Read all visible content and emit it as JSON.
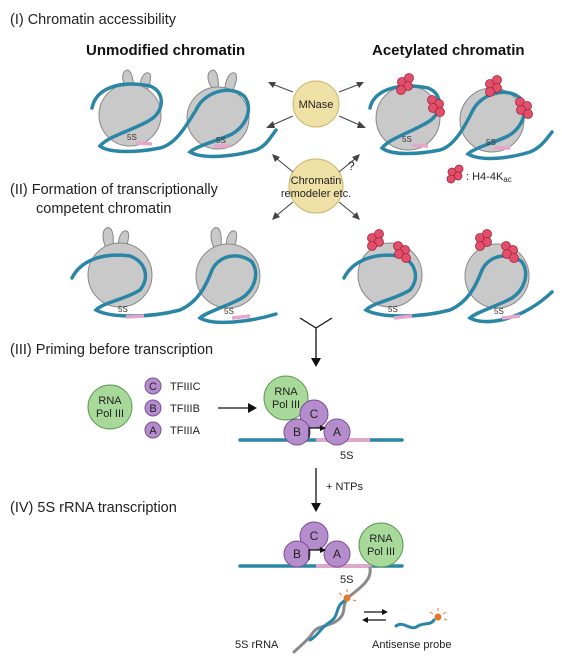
{
  "sections": {
    "s1": "(I) Chromatin accessibility",
    "s2_line1": "(II) Formation of transcriptionally",
    "s2_line2": "competent chromatin",
    "s3": "(III) Priming before transcription",
    "s4": "(IV) 5S rRNA transcription"
  },
  "headers": {
    "left": "Unmodified chromatin",
    "right": "Acetylated chromatin"
  },
  "enzymes": {
    "mnase": "MNase",
    "remodeler_line1": "Chromatin",
    "remodeler_line2": "remodeler etc.",
    "question": "?"
  },
  "legend": {
    "ac_label": ": H4-4K",
    "ac_sub": "ac"
  },
  "gene_label": "5S",
  "factors": {
    "pol_line1": "RNA",
    "pol_line2": "Pol III",
    "c_letter": "C",
    "b_letter": "B",
    "a_letter": "A",
    "c_name": "TFIIIC",
    "b_name": "TFIIIB",
    "a_name": "TFIIIA"
  },
  "ntps": "+ NTPs",
  "rrna_label": "5S rRNA",
  "probe_label": "Antisense probe"
}
